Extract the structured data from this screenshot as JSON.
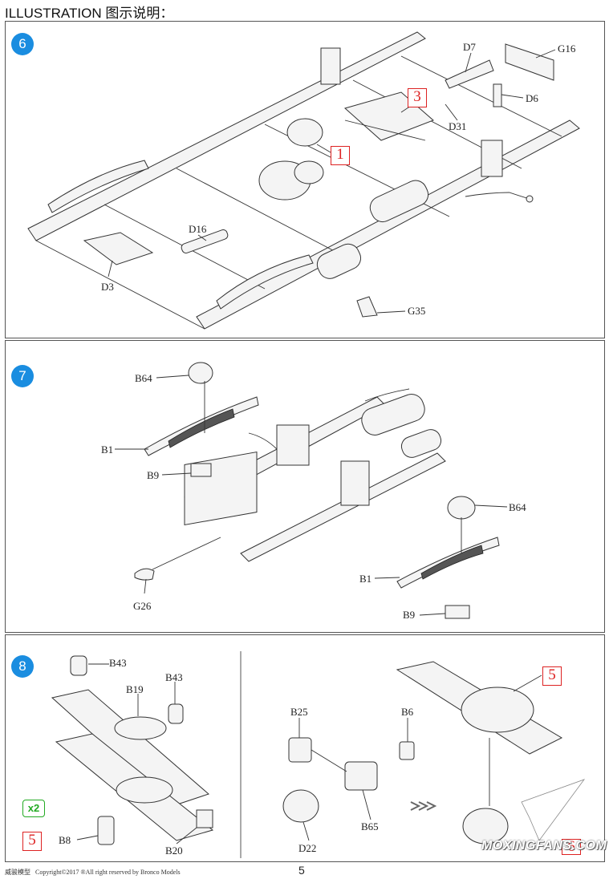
{
  "header": {
    "title": "ILLUSTRATION 图示说明："
  },
  "steps": {
    "s6": {
      "number": "6"
    },
    "s7": {
      "number": "7"
    },
    "s8": {
      "number": "8"
    }
  },
  "step6_labels": {
    "d7": "D7",
    "g16": "G16",
    "d6": "D6",
    "d31": "D31",
    "d16": "D16",
    "d3": "D3",
    "g35": "G35",
    "ref3": "3",
    "ref1": "1"
  },
  "step7_labels": {
    "b64_a": "B64",
    "b1_a": "B1",
    "b9_a": "B9",
    "g26": "G26",
    "b64_b": "B64",
    "b1_b": "B1",
    "b9_b": "B9"
  },
  "step8_labels": {
    "b43_a": "B43",
    "b19": "B19",
    "b43_b": "B43",
    "b8": "B8",
    "b20": "B20",
    "b25": "B25",
    "b6": "B6",
    "b65": "B65",
    "d22": "D22",
    "qty": "x2",
    "ref5_a": "5",
    "ref5_b": "5",
    "ref6": "6"
  },
  "footer": {
    "brand": "威骏模型",
    "copyright": "Copyright©2017 ®All right reserved by Bronco Models",
    "page": "5"
  },
  "watermark": "MOXINGFANS.COM",
  "colors": {
    "step_badge": "#1a8de0",
    "ref_box": "#d22222",
    "qty_badge": "#22aa22"
  }
}
